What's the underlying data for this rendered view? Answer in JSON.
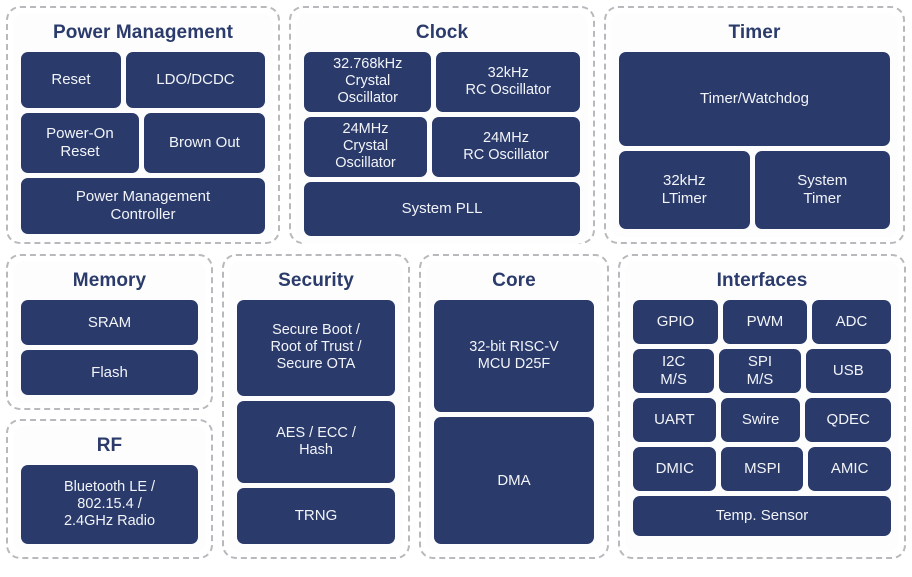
{
  "meta": {
    "colors": {
      "block_fill": "#2a3a6b",
      "block_text": "#f2f4f8",
      "group_border": "#b9b9bd",
      "group_title": "#2b3b6b",
      "background": "#ffffff"
    }
  },
  "groups": [
    {
      "id": "power",
      "title": "Power Management",
      "rows": [
        {
          "blocks": [
            {
              "label": "Reset"
            },
            {
              "label": "LDO/DCDC"
            }
          ]
        },
        {
          "blocks": [
            {
              "label": "Power-On\nReset"
            },
            {
              "label": "Brown Out"
            }
          ]
        },
        {
          "blocks": [
            {
              "label": "Power Management\nController"
            }
          ]
        }
      ]
    },
    {
      "id": "clock",
      "title": "Clock",
      "rows": [
        {
          "blocks": [
            {
              "label": "32.768kHz\nCrystal\nOscillator"
            },
            {
              "label": "32kHz\nRC Oscillator"
            }
          ]
        },
        {
          "blocks": [
            {
              "label": "24MHz\nCrystal\nOscillator"
            },
            {
              "label": "24MHz\nRC Oscillator"
            }
          ]
        },
        {
          "blocks": [
            {
              "label": "System PLL"
            }
          ]
        }
      ]
    },
    {
      "id": "timer",
      "title": "Timer",
      "rows": [
        {
          "blocks": [
            {
              "label": "Timer/Watchdog"
            }
          ]
        },
        {
          "blocks": [
            {
              "label": "32kHz\nLTimer"
            },
            {
              "label": "System\nTimer"
            }
          ]
        }
      ]
    },
    {
      "id": "memory",
      "title": "Memory",
      "rows": [
        {
          "blocks": [
            {
              "label": "SRAM"
            }
          ]
        },
        {
          "blocks": [
            {
              "label": "Flash"
            }
          ]
        }
      ]
    },
    {
      "id": "rf",
      "title": "RF",
      "rows": [
        {
          "blocks": [
            {
              "label": "Bluetooth LE /\n802.15.4 /\n2.4GHz Radio"
            }
          ]
        }
      ]
    },
    {
      "id": "security",
      "title": "Security",
      "rows": [
        {
          "blocks": [
            {
              "label": "Secure Boot /\nRoot of Trust /\nSecure OTA"
            }
          ]
        },
        {
          "blocks": [
            {
              "label": "AES / ECC /\nHash"
            }
          ]
        },
        {
          "blocks": [
            {
              "label": "TRNG"
            }
          ]
        }
      ]
    },
    {
      "id": "core",
      "title": "Core",
      "rows": [
        {
          "blocks": [
            {
              "label": "32-bit RISC-V\nMCU D25F"
            }
          ]
        },
        {
          "blocks": [
            {
              "label": "DMA"
            }
          ]
        }
      ]
    },
    {
      "id": "interfaces",
      "title": "Interfaces",
      "rows": [
        {
          "blocks": [
            {
              "label": "GPIO"
            },
            {
              "label": "PWM"
            },
            {
              "label": "ADC"
            }
          ]
        },
        {
          "blocks": [
            {
              "label": "I2C\nM/S"
            },
            {
              "label": "SPI\nM/S"
            },
            {
              "label": "USB"
            }
          ]
        },
        {
          "blocks": [
            {
              "label": "UART"
            },
            {
              "label": "Swire"
            },
            {
              "label": "QDEC"
            }
          ]
        },
        {
          "blocks": [
            {
              "label": "DMIC"
            },
            {
              "label": "MSPI"
            },
            {
              "label": "AMIC"
            }
          ]
        },
        {
          "blocks": [
            {
              "label": "Temp. Sensor"
            }
          ]
        }
      ]
    }
  ]
}
